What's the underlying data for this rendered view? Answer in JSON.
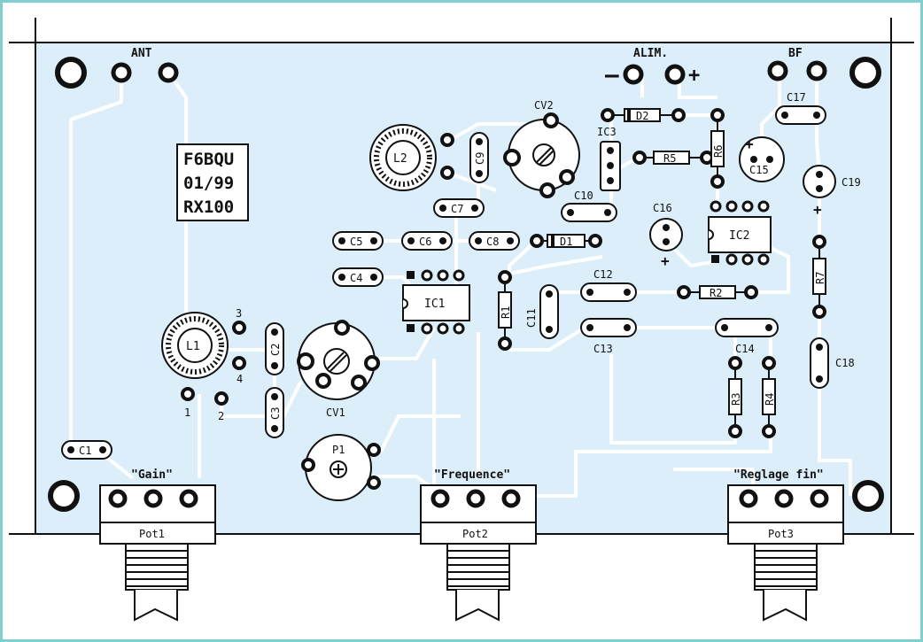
{
  "colors": {
    "frame": "#7fcfcf",
    "board": "#dbeefa",
    "trace": "#ffffff",
    "ink": "#111111"
  },
  "board": {
    "id_lines": [
      "F6BQU",
      "01/99",
      "RX100"
    ]
  },
  "connectors": {
    "ant": "ANT",
    "alim": "ALIM.",
    "alim_minus": "–",
    "alim_plus": "+",
    "bf": "BF"
  },
  "components": {
    "L1": "L1",
    "L2": "L2",
    "L1_pin1": "1",
    "L1_pin2": "2",
    "L1_pin3": "3",
    "L1_pin4": "4",
    "C1": "C1",
    "C2": "C2",
    "C3": "C3",
    "C4": "C4",
    "C5": "C5",
    "C6": "C6",
    "C7": "C7",
    "C8": "C8",
    "C9": "C9",
    "C10": "C10",
    "C11": "C11",
    "C12": "C12",
    "C13": "C13",
    "C14": "C14",
    "C15": "C15",
    "C16": "C16",
    "C17": "C17",
    "C18": "C18",
    "C19": "C19",
    "R1": "R1",
    "R2": "R2",
    "R3": "R3",
    "R4": "R4",
    "R5": "R5",
    "R6": "R6",
    "R7": "R7",
    "D1": "D1",
    "D2": "D2",
    "IC1": "IC1",
    "IC2": "IC2",
    "IC3": "IC3",
    "CV1": "CV1",
    "CV2": "CV2",
    "P1": "P1",
    "plus": "+"
  },
  "pots": {
    "pot1_title": "\"Gain\"",
    "pot1_label": "Pot1",
    "pot2_title": "\"Frequence\"",
    "pot2_label": "Pot2",
    "pot3_title": "\"Reglage fin\"",
    "pot3_label": "Pot3"
  }
}
